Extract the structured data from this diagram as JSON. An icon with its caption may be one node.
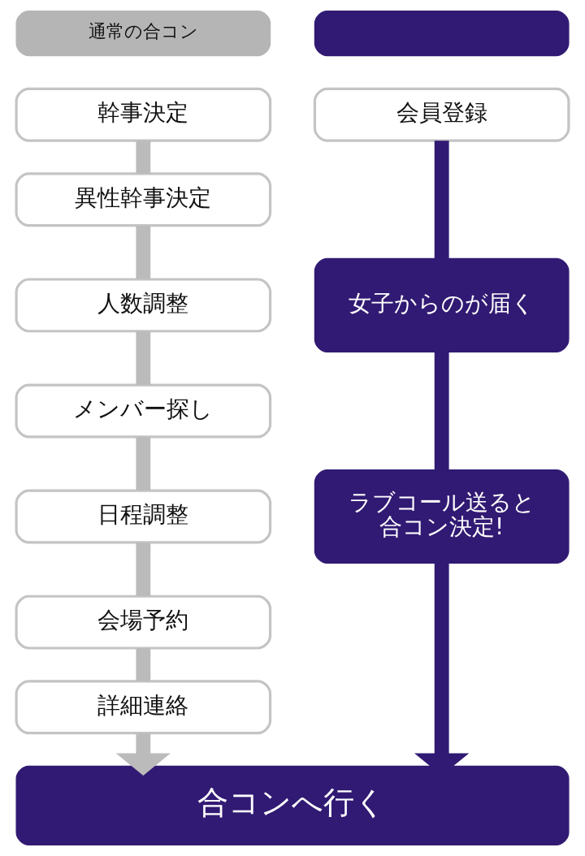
{
  "diagram": {
    "nodes": [
      {
        "text": [
          "通常の合コン"
        ]
      },
      {
        "text": [],
        "shape": "box"
      },
      {
        "text": [
          "幹事決定"
        ]
      },
      {
        "text": [
          "異性幹事決定"
        ]
      },
      {
        "text": [
          "人数調整"
        ]
      },
      {
        "text": [
          "メンバー探し"
        ]
      },
      {
        "text": [
          "日程調整"
        ]
      },
      {
        "text": [
          "会場予約"
        ]
      },
      {
        "text": [
          "詳細連絡"
        ]
      },
      {
        "text": [
          "会員登録"
        ]
      },
      {
        "text": [
          "女子からのが届く"
        ]
      },
      {
        "text": [
          "ラブコール送ると合コン決定!"
        ]
      },
      {
        "text": [
          "合コンへ行く"
        ]
      }
    ],
    "edges": [
      {
        "from": 2,
        "to": 3,
        "arrow": "none"
      },
      {
        "from": 3,
        "to": 4,
        "arrow": "none"
      },
      {
        "from": 4,
        "to": 5,
        "arrow": "none"
      },
      {
        "from": 5,
        "to": 6,
        "arrow": "none"
      },
      {
        "from": 6,
        "to": 7,
        "arrow": "none"
      },
      {
        "from": 7,
        "to": 8,
        "arrow": "none"
      },
      {
        "from": 8,
        "to": 12,
        "arrow": "to"
      },
      {
        "from": 9,
        "to": 10,
        "arrow": "none",
        "color": "#311a73"
      },
      {
        "from": 10,
        "to": 11,
        "arrow": "none",
        "color": "#311a73"
      },
      {
        "from": 11,
        "to": 12,
        "arrow": "to",
        "color": "#311a73"
      }
    ]
  }
}
